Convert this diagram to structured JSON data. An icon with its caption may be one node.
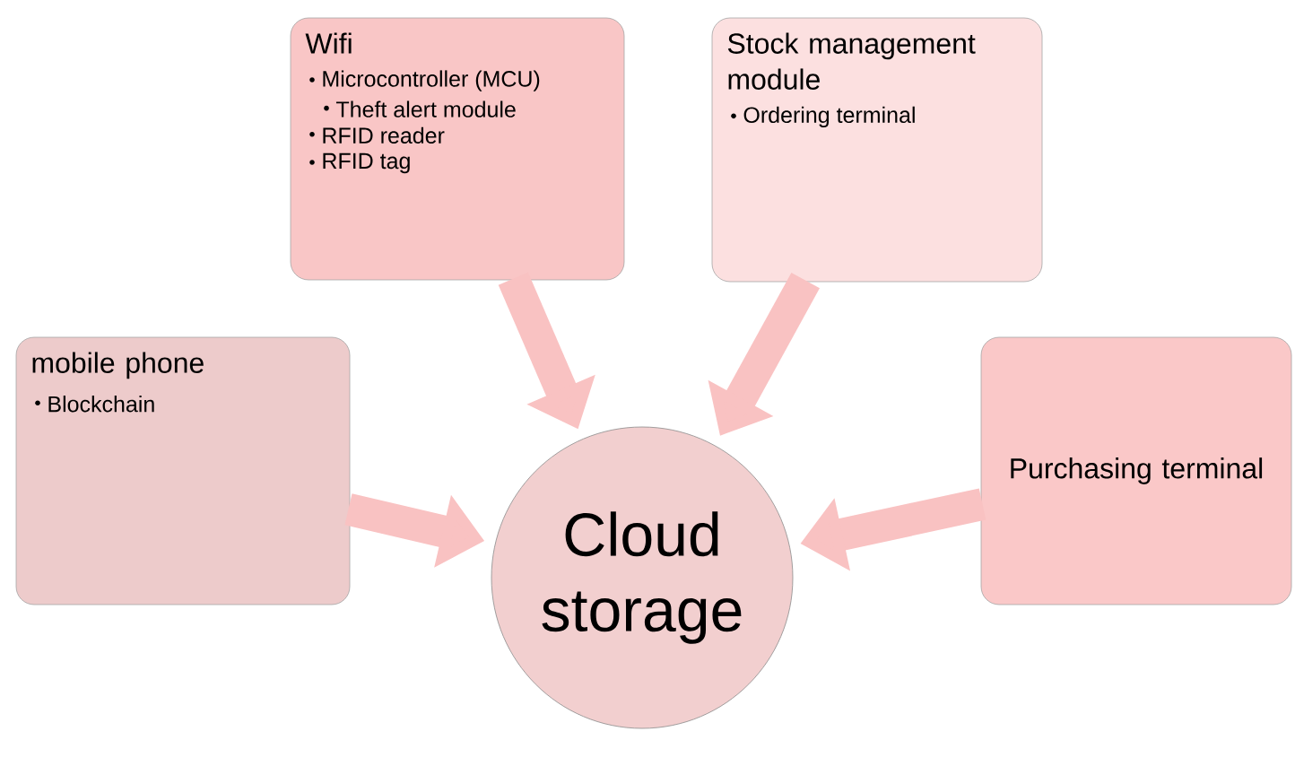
{
  "diagram": {
    "nodes": [
      {
        "text": [
          "Wifi",
          "Microcontroller (MCU)",
          "Theft alert module",
          "RFID reader",
          "RFID tag"
        ]
      },
      {
        "text": [
          "Stock management module",
          "Ordering terminal"
        ]
      },
      {
        "text": [
          "mobile phone",
          "Blockchain"
        ]
      },
      {
        "text": [
          "Purchasing terminal"
        ]
      },
      {
        "text": [
          "Cloud storage"
        ]
      }
    ],
    "edges": [
      {
        "from": 0,
        "to": 4,
        "arrow": "to"
      },
      {
        "from": 1,
        "to": 4,
        "arrow": "to"
      },
      {
        "from": 2,
        "to": 4,
        "arrow": "to"
      },
      {
        "from": 3,
        "to": 4,
        "arrow": "to"
      }
    ]
  }
}
